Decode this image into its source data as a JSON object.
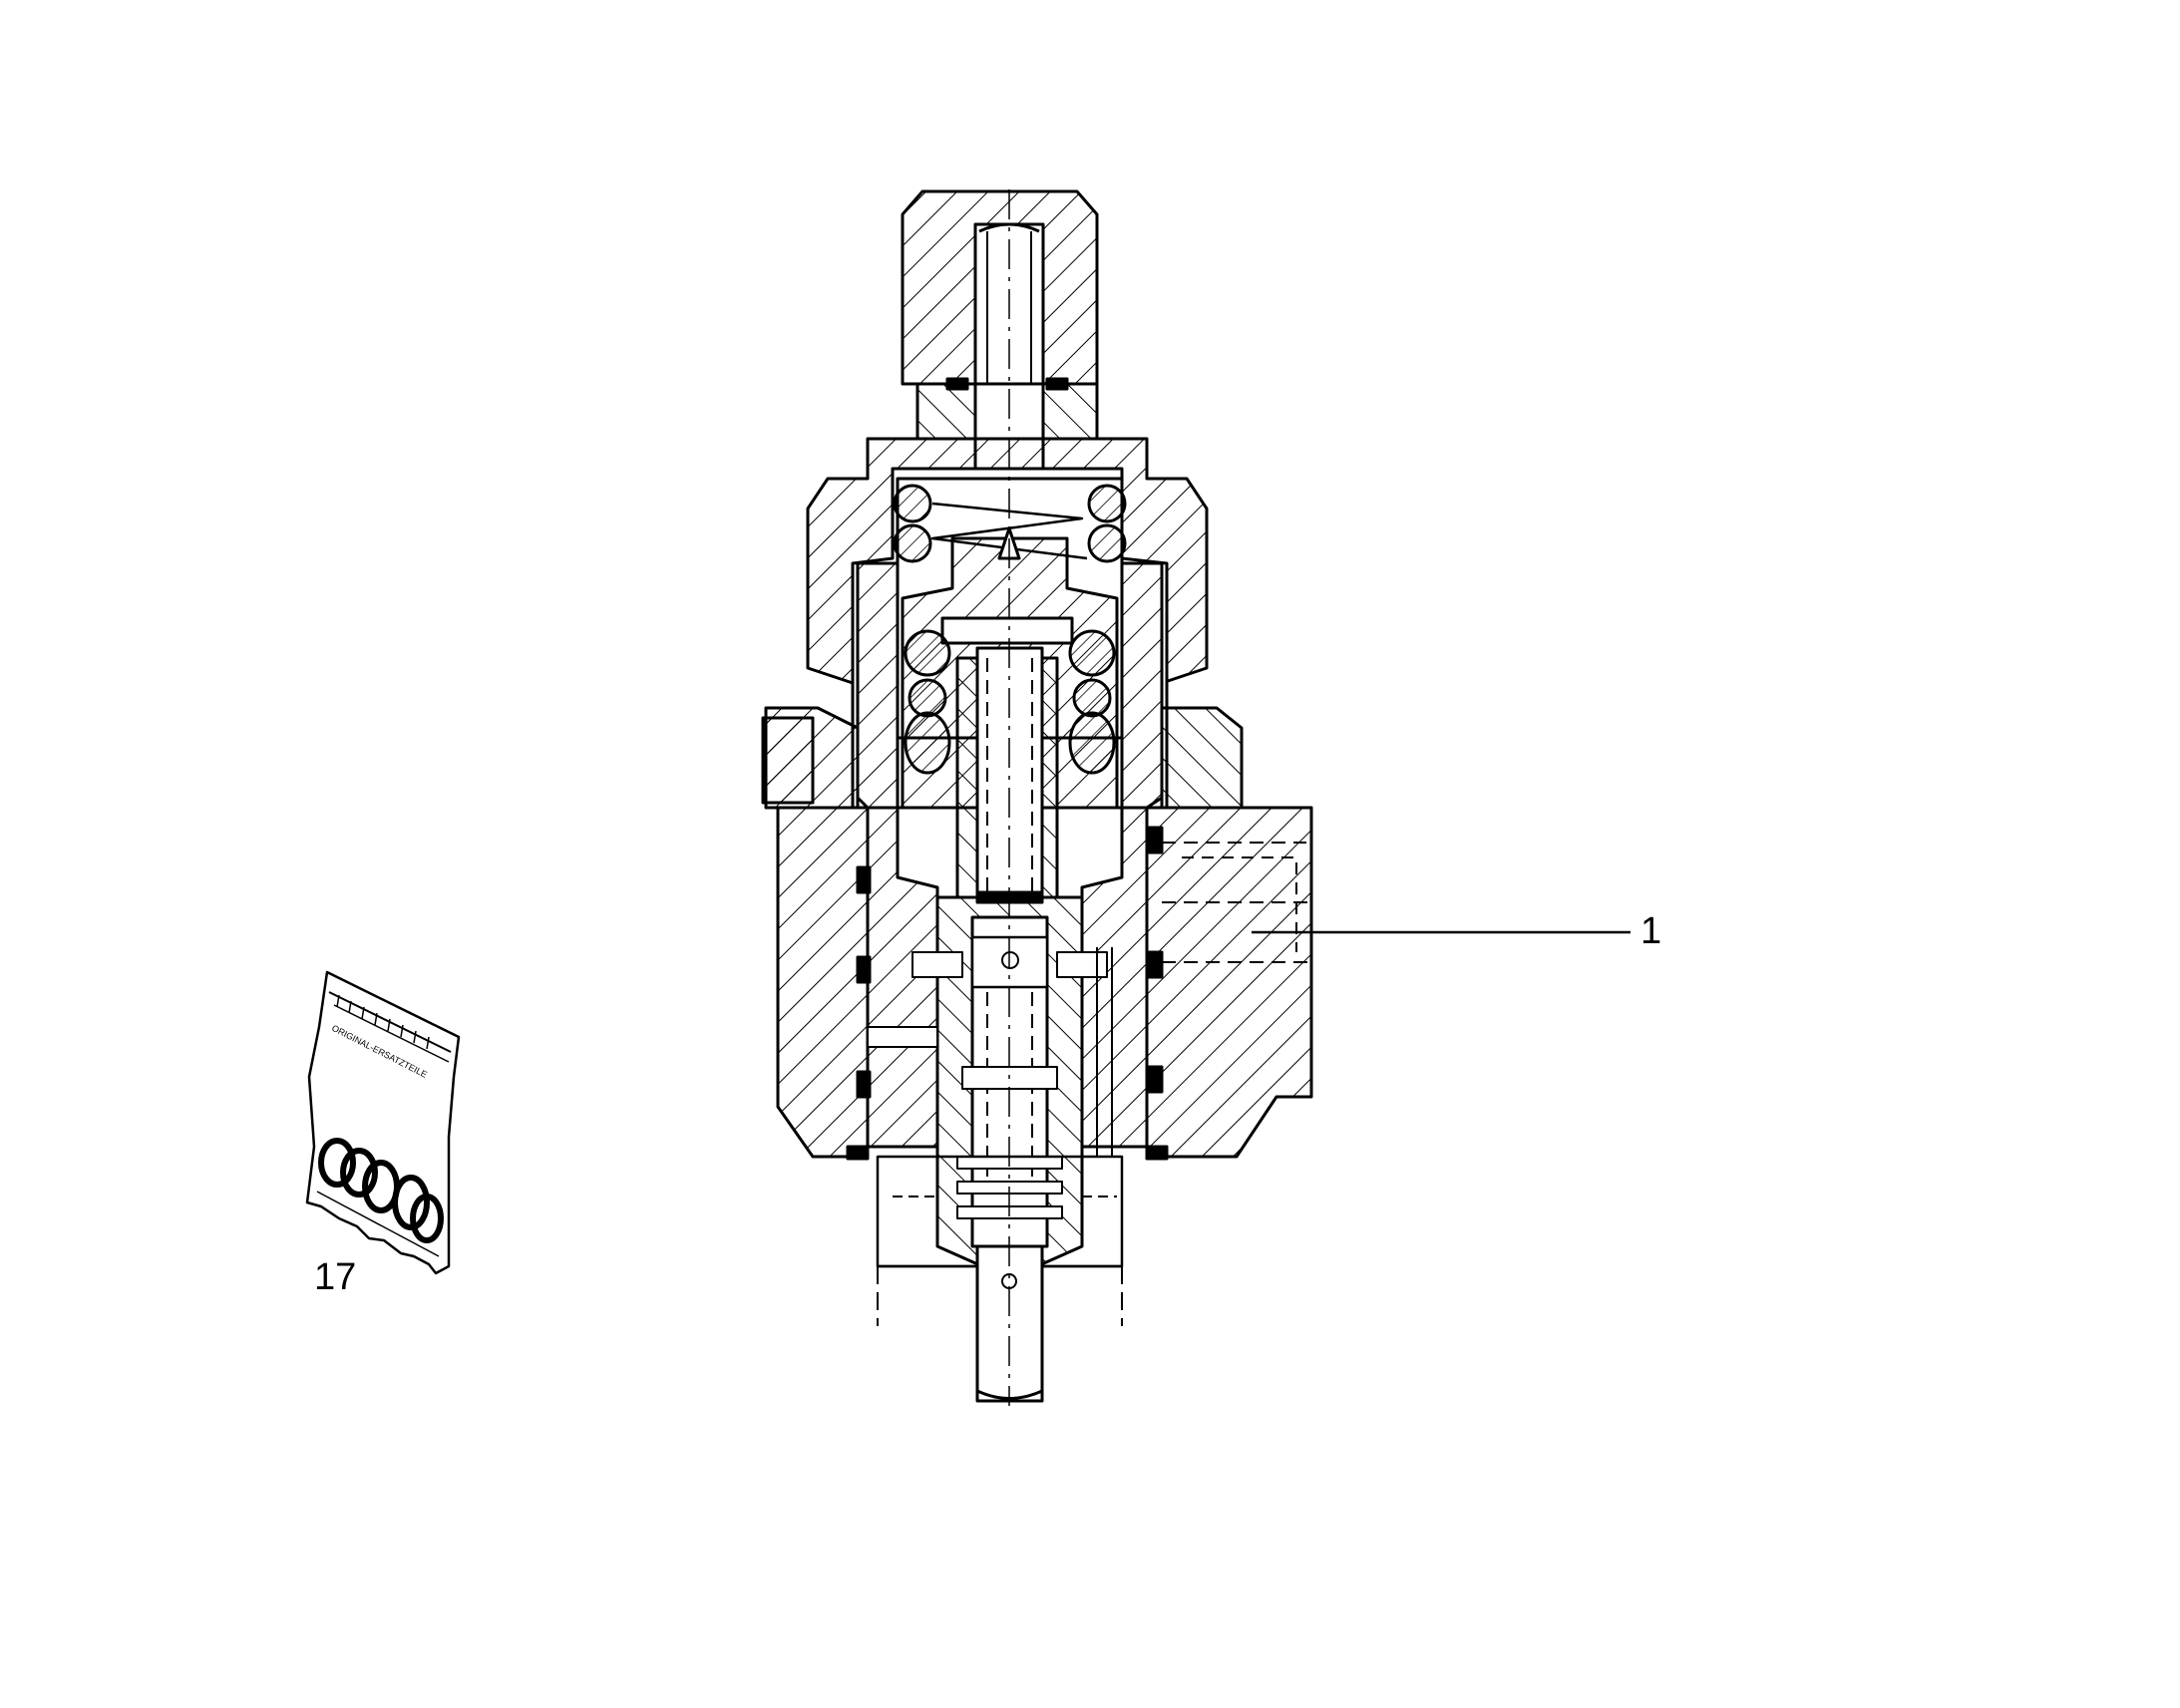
{
  "callouts": {
    "item_1": "1",
    "item_17": "17"
  },
  "seal_kit_bag": {
    "print_text": "ORIGINAL-ERSATZTEILE"
  },
  "colors": {
    "line": "#000000",
    "background": "#ffffff"
  },
  "icons": [
    "valve-cross-section",
    "seal-kit-bag-icon",
    "o-ring-icon"
  ]
}
